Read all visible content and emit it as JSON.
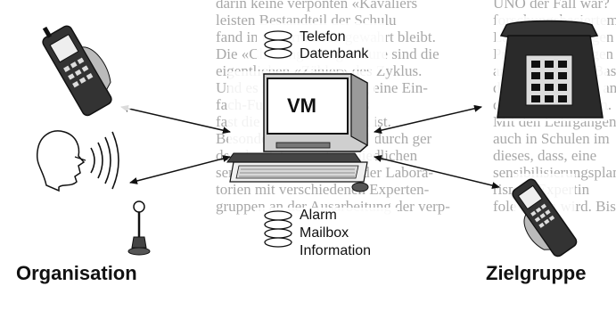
{
  "background_text": {
    "left_lines": [
      "darin keine verpönten «Kavaliers",
      "leisten Bestandteil der Schulu",
      "fand in ungermassen gewahrt bleibt.",
      "Die «Challenge»-Ingenieure sind die",
      "eigentlichen «Zähler» des Zyklus.",
      "Und es ist auch erstmalig eine Ein-",
      "fach-Funktionen dass das",
      "fast die Klausel enthalten ist.",
      "Besonders hat dieses Ziel durch ger",
      "den den Jahren unterschiedlichen",
      "sen haben Experten aus der Labora-",
      "torien mit verschiedenen Experten-",
      "gruppen an der Ausarbeitung der verp-"
    ],
    "right_lines": [
      "UNO der Fall war?",
      "forschungsbasiertem",
      "Laboratorien trugen",
      "Produktionsanlagen",
      "arte im Rahmen Basis",
      "dungskurs für die an",
      "die OPCW-Staaten.",
      "Mit den Lehrgängen",
      "auch in Schulen im",
      "dieses, dass, eine",
      "sensibilisierungsplan",
      "rismus Expertin",
      "fole haben wird. Bis"
    ]
  },
  "diagram": {
    "vm_label": "VM",
    "db_top": [
      "Telefon",
      "Datenbank"
    ],
    "db_bottom": [
      "Alarm",
      "Mailbox",
      "Information"
    ],
    "left_caption": "Organisation",
    "right_caption": "Zielgruppe"
  }
}
